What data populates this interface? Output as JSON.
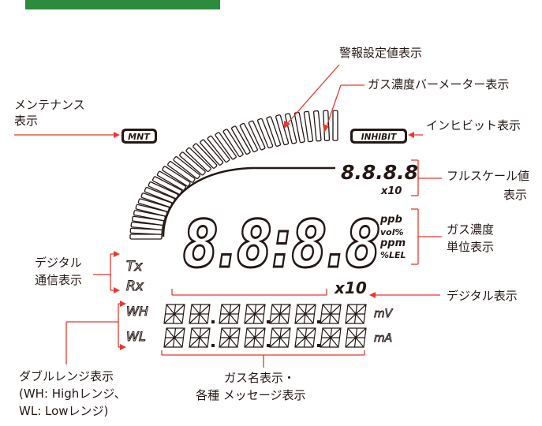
{
  "colors": {
    "accent_bar": "#2e8b3e",
    "callout_line": "#e8382f",
    "lcd_ink": "#231815",
    "bracket": "#e8382f"
  },
  "badges": {
    "mnt": "MNT",
    "inhibit": "INHIBIT"
  },
  "lcd": {
    "main_digits": "8.8:8.8",
    "fullscale_digits": "8.8.8.8",
    "fullscale_multiplier": "x10",
    "main_multiplier": "x10",
    "units": [
      "ppb",
      "vol%",
      "ppm",
      "%LEL"
    ],
    "tx": "Tx",
    "rx": "Rx",
    "wh": "WH",
    "wl": "WL",
    "mv": "mV",
    "ma": "mA"
  },
  "callouts": {
    "alarm_setting": "警報設定値表示",
    "bar_meter": "ガス濃度バーメーター表示",
    "maintenance_line1": "メンテナンス",
    "maintenance_line2": "表示",
    "inhibit": "インヒビット表示",
    "fullscale_line1": "フルスケール値",
    "fullscale_line2": "表示",
    "unit_line1": "ガス濃度",
    "unit_line2": "単位表示",
    "digital_comm_line1": "デジタル",
    "digital_comm_line2": "通信表示",
    "digital_display": "デジタル表示",
    "double_range_line1": "ダブルレンジ表示",
    "double_range_line2": "(WH: Highレンジ、",
    "double_range_line3": "WL: Lowレンジ)",
    "gas_name_line1": "ガス名表示・",
    "gas_name_line2": "各種 メッセージ表示"
  }
}
